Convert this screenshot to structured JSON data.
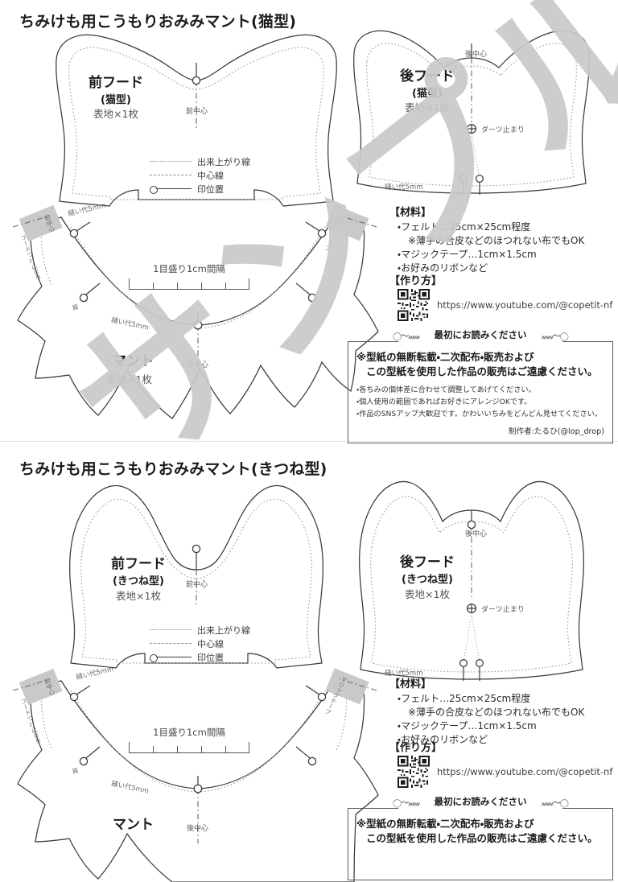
{
  "document": {
    "watermark": "サンプル",
    "bg_color": "#ffffff",
    "ink_color": "#231f20",
    "guide_color": "#8d8d8d",
    "velcro_fill": "#c9c9c9"
  },
  "sheets": [
    {
      "id": "cat",
      "title": "ちみけも用こうもりおみみマント(猫型)",
      "type_label": "(猫型)",
      "pieces": {
        "front_hood": {
          "name": "前フード",
          "type": "(猫型)",
          "qty": "表地×1枚",
          "center_mark": "前中心",
          "seam_allowance": "縫い代5mm"
        },
        "back_hood": {
          "name": "後フード",
          "type": "(猫型)",
          "qty": "表地×1枚",
          "center_mark": "後中心",
          "dart_mark": "ダーツ止まり",
          "seam_allowance": "縫い代5mm"
        },
        "cape": {
          "name": "マント",
          "qty": "表地×1枚",
          "center_mark": "後中心",
          "front_center_mark": "前中心",
          "seam_allowance": "縫い代5mm",
          "hood_stop_mark": "フードつけ止まり",
          "shoulder_mark": "肩",
          "velcro_label": "マジックテープ"
        }
      },
      "legend": {
        "items": [
          {
            "style": "dotted",
            "label": "出来上がり線"
          },
          {
            "style": "dashdot",
            "label": "中心線"
          },
          {
            "style": "mark",
            "label": "印位置"
          }
        ]
      },
      "scale": {
        "caption": "1目盛り1cm間隔",
        "interval_cm": 1,
        "divisions": 5
      },
      "materials": {
        "heading": "【材料】",
        "items": [
          "・フェルト…25cm×25cm程度",
          "※薄手の合皮などのほつれない布でもOK",
          "・マジックテープ…1cm×1.5cm",
          "・お好みのリボンなど"
        ]
      },
      "howto": {
        "heading": "【作り方】",
        "url": "https://www.youtube.com/@copetit-nf",
        "qr_alt": "qr-code"
      },
      "notice": {
        "header": "最初にお読みください",
        "main_line1": "※型紙の無断転載・二次配布・販売および",
        "main_line2": "この型紙を使用した作品の販売はご遠慮ください。",
        "bullets": [
          "・各ちみの個体差に合わせて調整してあげてください。",
          "・個人使用の範囲であればお好きにアレンジOKです。",
          "・作品のSNSアップ大歓迎です。かわいいちみをどんどん見せてください。"
        ],
        "credit": "制作者:たるひ(@lop_drop)"
      }
    },
    {
      "id": "fox",
      "title": "ちみけも用こうもりおみみマント(きつね型)",
      "type_label": "(きつね型)",
      "pieces": {
        "front_hood": {
          "name": "前フード",
          "type": "(きつね型)",
          "qty": "表地×1枚",
          "center_mark": "前中心",
          "seam_allowance": "縫い代5mm"
        },
        "back_hood": {
          "name": "後フード",
          "type": "(きつね型)",
          "qty": "表地×1枚",
          "center_mark": "後中心",
          "dart_mark": "ダーツ止まり",
          "seam_allowance": "縫い代5mm"
        },
        "cape": {
          "name": "マント",
          "qty": "表地×1枚",
          "center_mark": "後中心",
          "front_center_mark": "前中心",
          "seam_allowance": "縫い代5mm",
          "hood_stop_mark": "フードつけ止まり",
          "shoulder_mark": "肩",
          "velcro_label": "マジックテープ"
        }
      },
      "legend": {
        "items": [
          {
            "style": "dotted",
            "label": "出来上がり線"
          },
          {
            "style": "dashdot",
            "label": "中心線"
          },
          {
            "style": "mark",
            "label": "印位置"
          }
        ]
      },
      "scale": {
        "caption": "1目盛り1cm間隔",
        "interval_cm": 1,
        "divisions": 5
      },
      "materials": {
        "heading": "【材料】",
        "items": [
          "・フェルト…25cm×25cm程度",
          "※薄手の合皮などのほつれない布でもOK",
          "・マジックテープ…1cm×1.5cm",
          "・お好みのリボンなど"
        ]
      },
      "howto": {
        "heading": "【作り方】",
        "url": "https://www.youtube.com/@copetit-nf",
        "qr_alt": "qr-code"
      },
      "notice": {
        "header": "最初にお読みください",
        "main_line1": "※型紙の無断転載・二次配布・販売および",
        "main_line2": "この型紙を使用した作品の販売はご遠慮ください。",
        "bullets": [],
        "credit": ""
      }
    }
  ]
}
